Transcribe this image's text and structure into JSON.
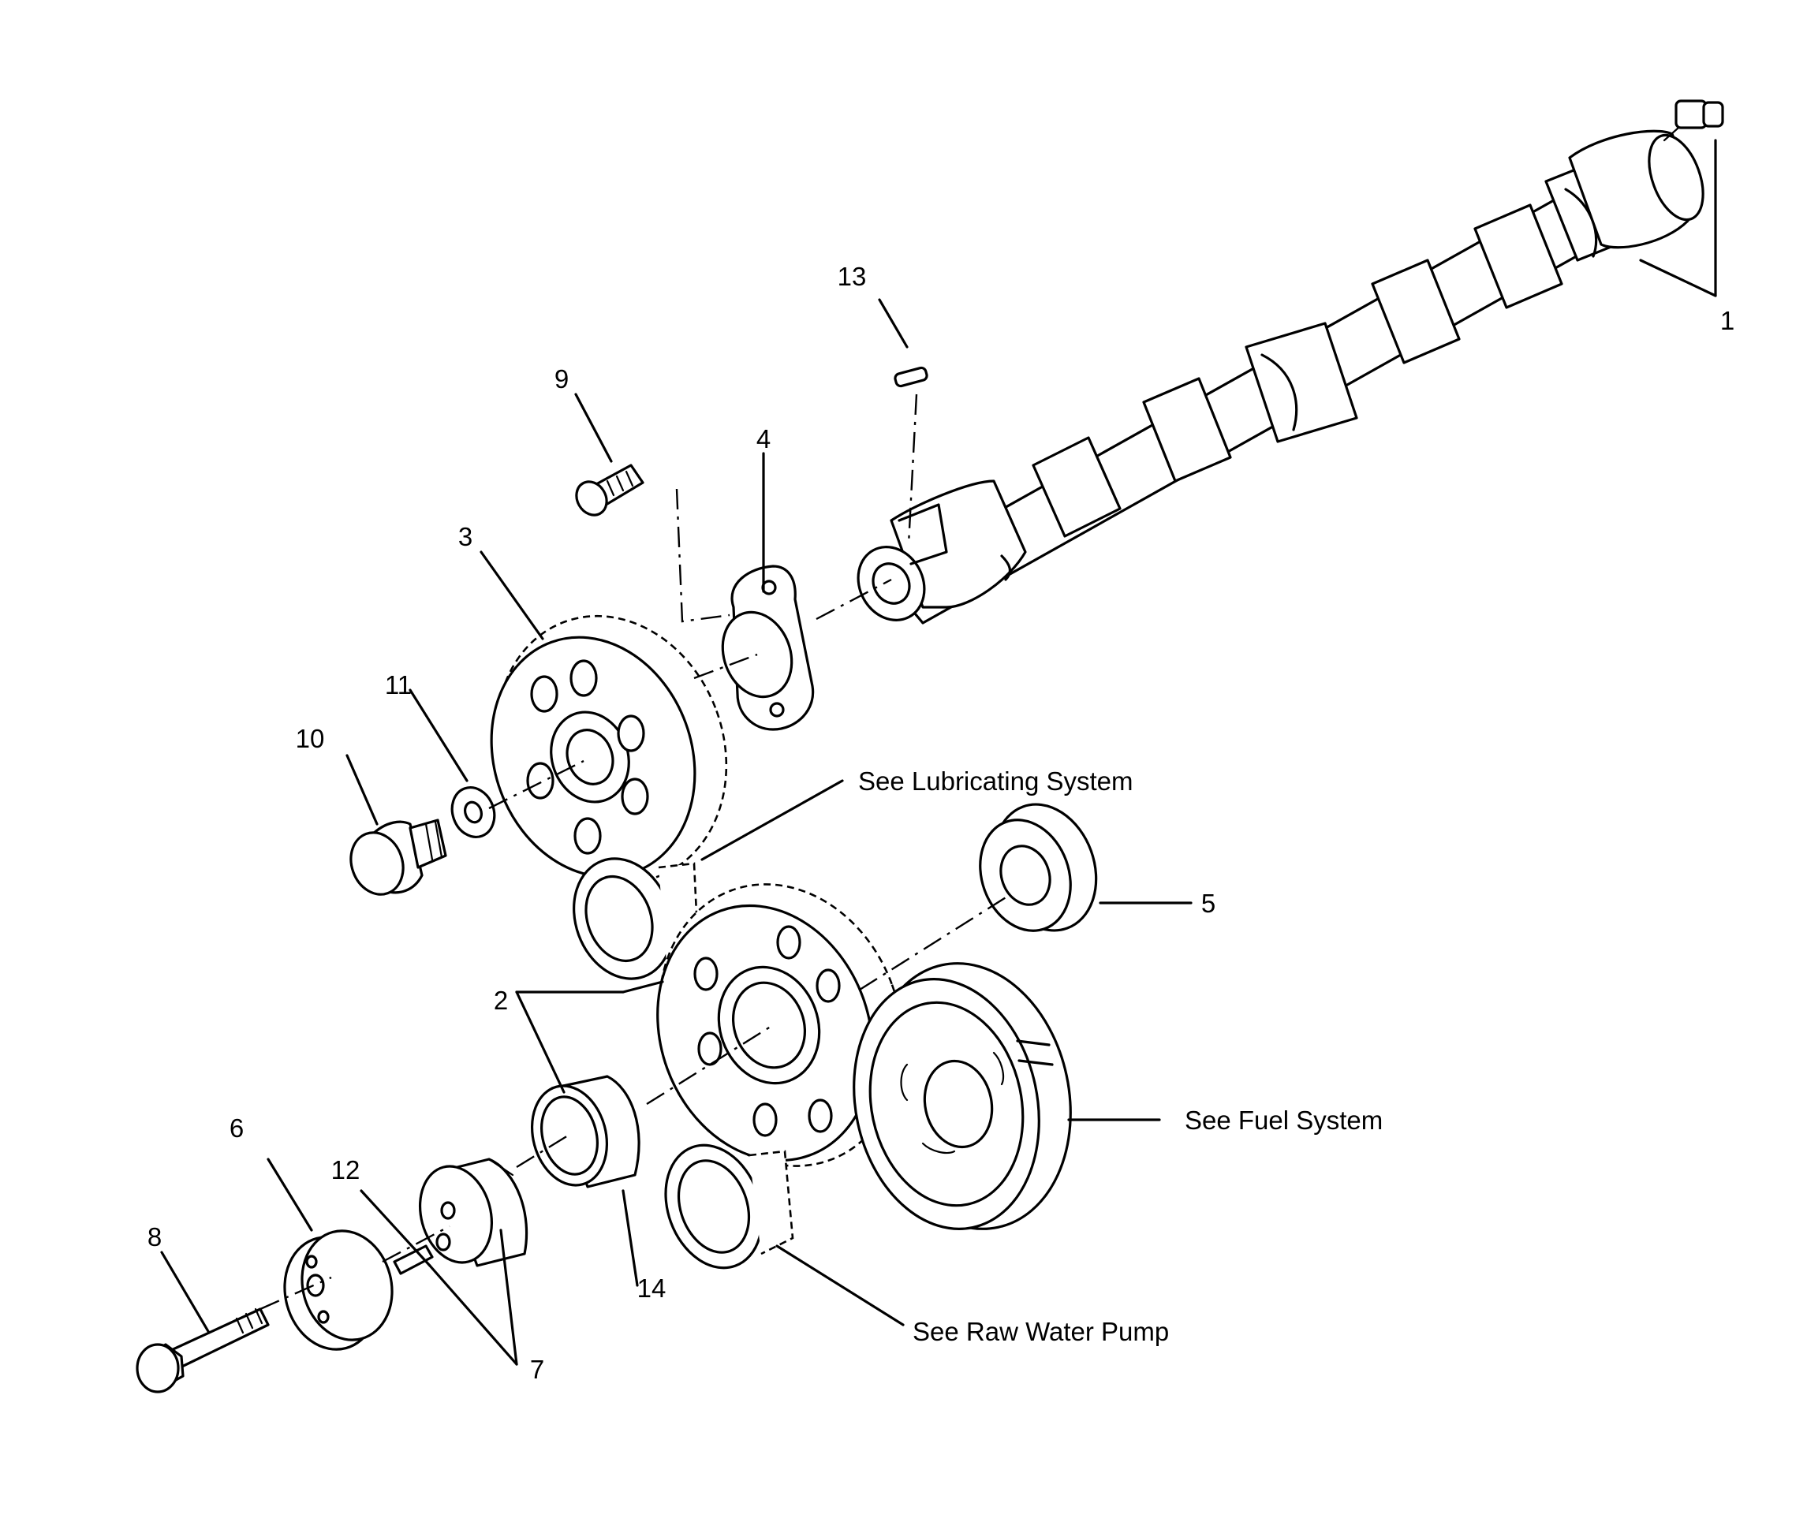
{
  "callouts": {
    "n1": "1",
    "n2": "2",
    "n3": "3",
    "n4": "4",
    "n5": "5",
    "n6": "6",
    "n7": "7",
    "n8": "8",
    "n9": "9",
    "n10": "10",
    "n11": "11",
    "n12": "12",
    "n13": "13",
    "n14": "14"
  },
  "references": {
    "lubricating": "See Lubricating System",
    "fuel": "See Fuel System",
    "raw_water": "See Raw Water Pump"
  }
}
